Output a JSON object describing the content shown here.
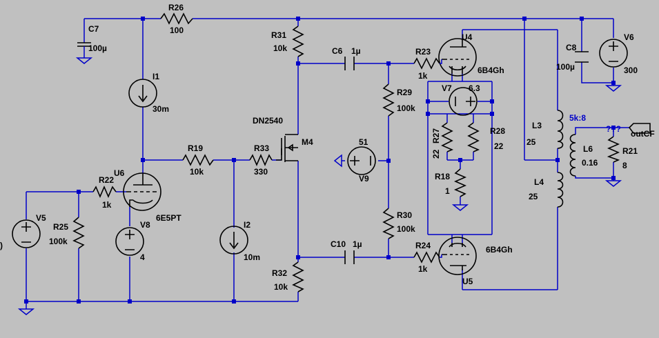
{
  "schematic": {
    "resistors": [
      {
        "id": "r26",
        "ref": "R26",
        "value": "100"
      },
      {
        "id": "r31",
        "ref": "R31",
        "value": "10k"
      },
      {
        "id": "r23",
        "ref": "R23",
        "value": "1k"
      },
      {
        "id": "r29",
        "ref": "R29",
        "value": "100k"
      },
      {
        "id": "r27",
        "ref": "R27",
        "value": "22"
      },
      {
        "id": "r28",
        "ref": "R28",
        "value": "22"
      },
      {
        "id": "r18",
        "ref": "R18",
        "value": "1"
      },
      {
        "id": "r30",
        "ref": "R30",
        "value": "100k"
      },
      {
        "id": "r24",
        "ref": "R24",
        "value": "1k"
      },
      {
        "id": "r32",
        "ref": "R32",
        "value": "10k"
      },
      {
        "id": "r19",
        "ref": "R19",
        "value": "10k"
      },
      {
        "id": "r33",
        "ref": "R33",
        "value": "330"
      },
      {
        "id": "r22",
        "ref": "R22",
        "value": "1k"
      },
      {
        "id": "r25",
        "ref": "R25",
        "value": "100k"
      },
      {
        "id": "r21",
        "ref": "R21",
        "value": "8"
      }
    ],
    "capacitors": [
      {
        "id": "c7",
        "ref": "C7",
        "value": "100µ"
      },
      {
        "id": "c6",
        "ref": "C6",
        "value": "1µ"
      },
      {
        "id": "c10",
        "ref": "C10",
        "value": "1µ"
      },
      {
        "id": "c8",
        "ref": "C8",
        "value": "100µ"
      }
    ],
    "sources": [
      {
        "id": "i1",
        "ref": "I1",
        "value": "30m"
      },
      {
        "id": "i2",
        "ref": "I2",
        "value": "10m"
      },
      {
        "id": "v5",
        "ref": "V5",
        "value": ""
      },
      {
        "id": "v8",
        "ref": "V8",
        "value": "4"
      },
      {
        "id": "v9",
        "ref": "V9",
        "value": "51"
      },
      {
        "id": "v7",
        "ref": "V7",
        "value": "6.3"
      },
      {
        "id": "v6",
        "ref": "V6",
        "value": "300"
      }
    ],
    "tubes": [
      {
        "id": "u4",
        "ref": "U4",
        "model": "6B4Gh"
      },
      {
        "id": "u5",
        "ref": "U5",
        "model": "6B4Gh"
      },
      {
        "id": "u6",
        "ref": "U6",
        "model": "6E5PT"
      }
    ],
    "mosfet": {
      "ref": "M4",
      "model": "DN2540"
    },
    "inductors": [
      {
        "id": "l3",
        "ref": "L3",
        "value": "25"
      },
      {
        "id": "l4",
        "ref": "L4",
        "value": "25"
      },
      {
        "id": "l6",
        "ref": "L6",
        "value": "0.16"
      }
    ],
    "transformer_ratio": "5k:8",
    "net_labels": {
      "output": "outCF",
      "unknown": "???"
    },
    "edge_fragment": ")"
  },
  "colors": {
    "background": "#c0c0c0",
    "wire": "#0000c8",
    "component": "#000000",
    "label": "#000000"
  }
}
